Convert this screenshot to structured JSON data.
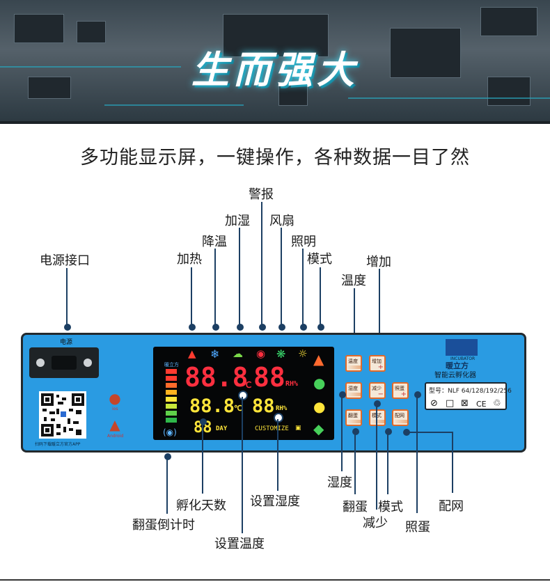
{
  "hero": {
    "title": "生而强大"
  },
  "subtitle": "多功能显示屏，一键操作，各种数据一目了然",
  "callouts": {
    "power_port": "电源接口",
    "heating": "加热",
    "cooling": "降温",
    "humidify": "加湿",
    "alarm": "警报",
    "fan": "风扇",
    "lighting": "照明",
    "mode_top": "模式",
    "temperature_btn": "温度",
    "increase_btn": "增加",
    "humidity_btn": "湿度",
    "turn_egg_btn": "翻蛋",
    "decrease_btn": "减少",
    "mode_btn": "模式",
    "candling_btn": "照蛋",
    "pair_network_btn": "配网",
    "incubation_days": "孵化天数",
    "set_humidity": "设置湿度",
    "turn_countdown": "翻蛋倒计时",
    "set_temperature": "设置温度"
  },
  "device": {
    "power_label": "电源",
    "qr_caption": "扫码下载暖立方官方APP",
    "ios_label": "ios",
    "android_label": "Android",
    "brand_en": "INCUBATOR",
    "brand_name": "暖立方",
    "brand_sub": "智能云孵化器",
    "model": "型号：NLF 64/128/192/256",
    "certs": [
      "⊘",
      "□",
      "⊠",
      "CE",
      "♲"
    ],
    "display": {
      "brand_tiny": "暖立方",
      "temp_main": "88.8",
      "temp_unit": "℃",
      "hum_main": "88",
      "hum_unit": "RH%",
      "temp_set": "88.8",
      "temp_set_unit": "℃",
      "hum_set": "88",
      "hum_set_unit": "RH%",
      "days": "88",
      "days_unit": "DAY",
      "custom": "CUSTOMIZE"
    },
    "buttons": {
      "temp": "温度",
      "plus": "增加",
      "hum": "湿度",
      "minus": "减少",
      "candle": "照蛋",
      "turn": "翻蛋",
      "mode": "模式",
      "net": "配网",
      "plus_symbol": "+",
      "minus_symbol": "−"
    }
  },
  "colors": {
    "panel": "#2a9be2",
    "line": "#1c3f63",
    "lcd_red": "#ff2f3f",
    "lcd_yellow": "#ffe53a",
    "button_border": "#e06a2a"
  },
  "icons": [
    "flame-icon",
    "snowflake-icon",
    "cloud-rain-icon",
    "alarm-icon",
    "fan-icon",
    "bulb-icon",
    "rooster-icon",
    "duck-icon",
    "goose-icon",
    "pigeon-icon",
    "apple-icon",
    "android-icon"
  ]
}
